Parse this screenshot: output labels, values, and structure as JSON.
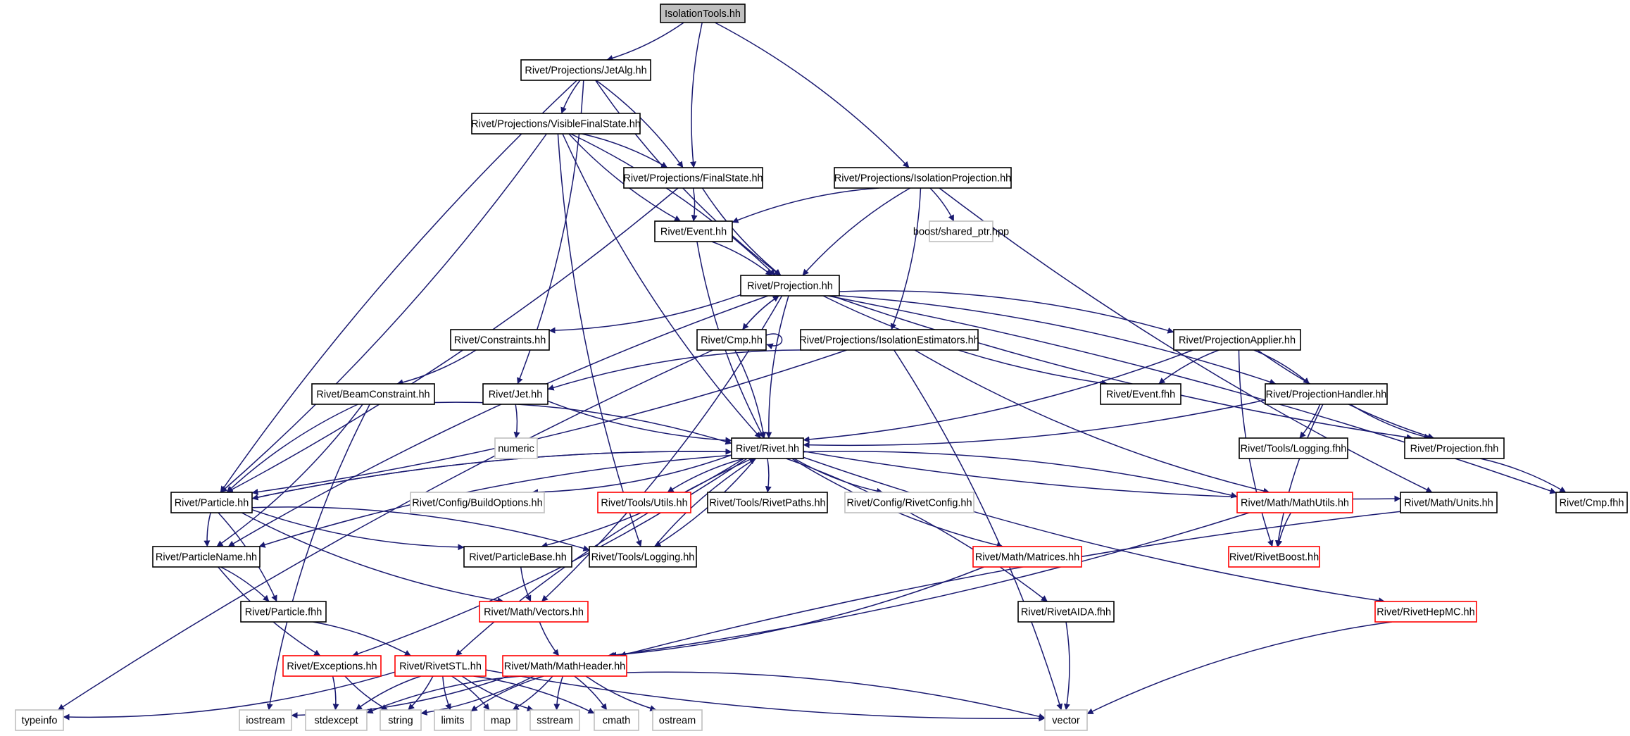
{
  "diagram": {
    "nodes": [
      {
        "id": "isolationtools",
        "label": "IsolationTools.hh",
        "style": "root"
      },
      {
        "id": "jetalg",
        "label": "Rivet/Projections/JetAlg.hh",
        "style": "normal"
      },
      {
        "id": "visiblefs",
        "label": "Rivet/Projections/VisibleFinalState.hh",
        "style": "normal"
      },
      {
        "id": "finalstate",
        "label": "Rivet/Projections/FinalState.hh",
        "style": "normal"
      },
      {
        "id": "isoproj",
        "label": "Rivet/Projections/IsolationProjection.hh",
        "style": "normal"
      },
      {
        "id": "event",
        "label": "Rivet/Event.hh",
        "style": "normal"
      },
      {
        "id": "sharedptr",
        "label": "boost/shared_ptr.hpp",
        "style": "external"
      },
      {
        "id": "projection",
        "label": "Rivet/Projection.hh",
        "style": "normal"
      },
      {
        "id": "constraints",
        "label": "Rivet/Constraints.hh",
        "style": "normal"
      },
      {
        "id": "cmp",
        "label": "Rivet/Cmp.hh",
        "style": "normal"
      },
      {
        "id": "isoest",
        "label": "Rivet/Projections/IsolationEstimators.hh",
        "style": "normal"
      },
      {
        "id": "projapplier",
        "label": "Rivet/ProjectionApplier.hh",
        "style": "normal"
      },
      {
        "id": "beamconstraint",
        "label": "Rivet/BeamConstraint.hh",
        "style": "normal"
      },
      {
        "id": "jet",
        "label": "Rivet/Jet.hh",
        "style": "normal"
      },
      {
        "id": "eventfhh",
        "label": "Rivet/Event.fhh",
        "style": "normal"
      },
      {
        "id": "projhandler",
        "label": "Rivet/ProjectionHandler.hh",
        "style": "normal"
      },
      {
        "id": "numeric",
        "label": "numeric",
        "style": "external"
      },
      {
        "id": "rivet",
        "label": "Rivet/Rivet.hh",
        "style": "normal"
      },
      {
        "id": "loggingfhh",
        "label": "Rivet/Tools/Logging.fhh",
        "style": "normal"
      },
      {
        "id": "projfhh",
        "label": "Rivet/Projection.fhh",
        "style": "normal"
      },
      {
        "id": "particle",
        "label": "Rivet/Particle.hh",
        "style": "normal"
      },
      {
        "id": "buildoptions",
        "label": "Rivet/Config/BuildOptions.hh",
        "style": "external"
      },
      {
        "id": "utils",
        "label": "Rivet/Tools/Utils.hh",
        "style": "truncated"
      },
      {
        "id": "rivetpaths",
        "label": "Rivet/Tools/RivetPaths.hh",
        "style": "normal"
      },
      {
        "id": "rivetconfig",
        "label": "Rivet/Config/RivetConfig.hh",
        "style": "external"
      },
      {
        "id": "mathutils",
        "label": "Rivet/Math/MathUtils.hh",
        "style": "truncated"
      },
      {
        "id": "units",
        "label": "Rivet/Math/Units.hh",
        "style": "normal"
      },
      {
        "id": "cmpfhh",
        "label": "Rivet/Cmp.fhh",
        "style": "normal"
      },
      {
        "id": "particlename",
        "label": "Rivet/ParticleName.hh",
        "style": "normal"
      },
      {
        "id": "particlebase",
        "label": "Rivet/ParticleBase.hh",
        "style": "normal"
      },
      {
        "id": "logging",
        "label": "Rivet/Tools/Logging.hh",
        "style": "normal"
      },
      {
        "id": "matrices",
        "label": "Rivet/Math/Matrices.hh",
        "style": "truncated"
      },
      {
        "id": "rivetboost",
        "label": "Rivet/RivetBoost.hh",
        "style": "truncated"
      },
      {
        "id": "particlefhh",
        "label": "Rivet/Particle.fhh",
        "style": "normal"
      },
      {
        "id": "vectors",
        "label": "Rivet/Math/Vectors.hh",
        "style": "truncated"
      },
      {
        "id": "rivetaida",
        "label": "Rivet/RivetAIDA.fhh",
        "style": "normal"
      },
      {
        "id": "rivethepmc",
        "label": "Rivet/RivetHepMC.hh",
        "style": "truncated"
      },
      {
        "id": "exceptions",
        "label": "Rivet/Exceptions.hh",
        "style": "truncated"
      },
      {
        "id": "rivetstl",
        "label": "Rivet/RivetSTL.hh",
        "style": "truncated"
      },
      {
        "id": "mathheader",
        "label": "Rivet/Math/MathHeader.hh",
        "style": "truncated"
      },
      {
        "id": "typeinfo",
        "label": "typeinfo",
        "style": "external"
      },
      {
        "id": "iostream",
        "label": "iostream",
        "style": "external"
      },
      {
        "id": "stdexcept",
        "label": "stdexcept",
        "style": "external"
      },
      {
        "id": "string",
        "label": "string",
        "style": "external"
      },
      {
        "id": "limits",
        "label": "limits",
        "style": "external"
      },
      {
        "id": "map",
        "label": "map",
        "style": "external"
      },
      {
        "id": "sstream",
        "label": "sstream",
        "style": "external"
      },
      {
        "id": "cmath",
        "label": "cmath",
        "style": "external"
      },
      {
        "id": "ostream",
        "label": "ostream",
        "style": "external"
      },
      {
        "id": "vector",
        "label": "vector",
        "style": "external"
      }
    ],
    "edges": [
      [
        "isolationtools",
        "jetalg"
      ],
      [
        "isolationtools",
        "finalstate"
      ],
      [
        "isolationtools",
        "isoproj"
      ],
      [
        "jetalg",
        "visiblefs"
      ],
      [
        "jetalg",
        "finalstate"
      ],
      [
        "jetalg",
        "projection"
      ],
      [
        "jetalg",
        "jet"
      ],
      [
        "jetalg",
        "particle"
      ],
      [
        "visiblefs",
        "finalstate"
      ],
      [
        "visiblefs",
        "event"
      ],
      [
        "visiblefs",
        "projection"
      ],
      [
        "visiblefs",
        "rivet"
      ],
      [
        "visiblefs",
        "particle"
      ],
      [
        "visiblefs",
        "logging"
      ],
      [
        "finalstate",
        "event"
      ],
      [
        "finalstate",
        "projection"
      ],
      [
        "finalstate",
        "particle"
      ],
      [
        "isoproj",
        "event"
      ],
      [
        "isoproj",
        "sharedptr"
      ],
      [
        "isoproj",
        "projection"
      ],
      [
        "isoproj",
        "isoest"
      ],
      [
        "isoproj",
        "units"
      ],
      [
        "event",
        "projection"
      ],
      [
        "event",
        "rivet"
      ],
      [
        "projection",
        "constraints"
      ],
      [
        "projection",
        "cmp"
      ],
      [
        "projection",
        "projapplier"
      ],
      [
        "projection",
        "eventfhh"
      ],
      [
        "projection",
        "projhandler"
      ],
      [
        "projection",
        "projfhh"
      ],
      [
        "projection",
        "cmpfhh"
      ],
      [
        "projection",
        "rivet"
      ],
      [
        "projection",
        "vectors"
      ],
      [
        "projection",
        "particlename"
      ],
      [
        "cmp",
        "projection"
      ],
      [
        "cmp",
        "cmp"
      ],
      [
        "cmp",
        "rivet"
      ],
      [
        "cmp",
        "typeinfo"
      ],
      [
        "constraints",
        "beamconstraint"
      ],
      [
        "isoest",
        "jet"
      ],
      [
        "isoest",
        "particle"
      ],
      [
        "isoest",
        "mathutils"
      ],
      [
        "isoest",
        "vector"
      ],
      [
        "projapplier",
        "eventfhh"
      ],
      [
        "projapplier",
        "projhandler"
      ],
      [
        "projapplier",
        "projfhh"
      ],
      [
        "projapplier",
        "rivet"
      ],
      [
        "projapplier",
        "rivetboost"
      ],
      [
        "beamconstraint",
        "rivet"
      ],
      [
        "beamconstraint",
        "particle"
      ],
      [
        "beamconstraint",
        "particlename"
      ],
      [
        "beamconstraint",
        "iostream"
      ],
      [
        "jet",
        "numeric"
      ],
      [
        "jet",
        "rivet"
      ],
      [
        "projhandler",
        "loggingfhh"
      ],
      [
        "projhandler",
        "projfhh"
      ],
      [
        "projhandler",
        "rivet"
      ],
      [
        "projhandler",
        "rivetboost"
      ],
      [
        "projfhh",
        "cmpfhh"
      ],
      [
        "rivet",
        "particle"
      ],
      [
        "rivet",
        "buildoptions"
      ],
      [
        "rivet",
        "utils"
      ],
      [
        "rivet",
        "rivetpaths"
      ],
      [
        "rivet",
        "rivetconfig"
      ],
      [
        "rivet",
        "mathutils"
      ],
      [
        "rivet",
        "units"
      ],
      [
        "rivet",
        "logging"
      ],
      [
        "rivet",
        "matrices"
      ],
      [
        "rivet",
        "rivetaida"
      ],
      [
        "rivet",
        "rivethepmc"
      ],
      [
        "rivet",
        "exceptions"
      ],
      [
        "rivet",
        "rivetstl"
      ],
      [
        "rivet",
        "particlebase"
      ],
      [
        "rivet",
        "particlename"
      ],
      [
        "particle",
        "rivet"
      ],
      [
        "particle",
        "particlename"
      ],
      [
        "particle",
        "particlefhh"
      ],
      [
        "particle",
        "particlebase"
      ],
      [
        "particle",
        "logging"
      ],
      [
        "particle",
        "vectors"
      ],
      [
        "particlename",
        "particlefhh"
      ],
      [
        "particlename",
        "exceptions"
      ],
      [
        "particlefhh",
        "rivetstl"
      ],
      [
        "particlebase",
        "vectors"
      ],
      [
        "logging",
        "rivet"
      ],
      [
        "mathutils",
        "rivetboost"
      ],
      [
        "mathutils",
        "mathheader"
      ],
      [
        "units",
        "mathheader"
      ],
      [
        "matrices",
        "mathheader"
      ],
      [
        "vectors",
        "mathheader"
      ],
      [
        "rivetaida",
        "vector"
      ],
      [
        "rivethepmc",
        "vector"
      ],
      [
        "exceptions",
        "stdexcept"
      ],
      [
        "exceptions",
        "string"
      ],
      [
        "rivetstl",
        "typeinfo"
      ],
      [
        "rivetstl",
        "stdexcept"
      ],
      [
        "rivetstl",
        "string"
      ],
      [
        "rivetstl",
        "limits"
      ],
      [
        "rivetstl",
        "map"
      ],
      [
        "rivetstl",
        "sstream"
      ],
      [
        "rivetstl",
        "cmath"
      ],
      [
        "rivetstl",
        "vector"
      ],
      [
        "mathheader",
        "iostream"
      ],
      [
        "mathheader",
        "stdexcept"
      ],
      [
        "mathheader",
        "string"
      ],
      [
        "mathheader",
        "limits"
      ],
      [
        "mathheader",
        "map"
      ],
      [
        "mathheader",
        "sstream"
      ],
      [
        "mathheader",
        "cmath"
      ],
      [
        "mathheader",
        "ostream"
      ],
      [
        "mathheader",
        "vector"
      ]
    ]
  },
  "colors": {
    "edge": "#191970",
    "root_fill": "#bfbfbf",
    "normal_border": "#000000",
    "external_border": "#bfbfbf",
    "truncated_border": "#ff0000",
    "text": "#000000"
  }
}
